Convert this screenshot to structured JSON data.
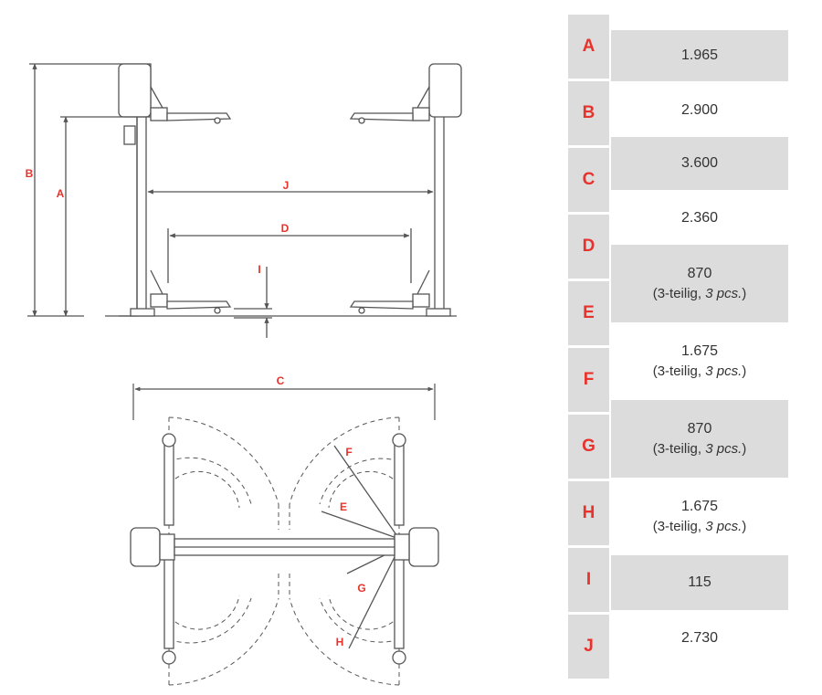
{
  "colors": {
    "accent_red": "#e8322c",
    "table_gray": "#dcdcdc",
    "line": "#555555"
  },
  "diagram": {
    "front_view": {
      "labels": {
        "A": "A",
        "B": "B",
        "D": "D",
        "I": "I",
        "J": "J"
      }
    },
    "top_view": {
      "labels": {
        "C": "C",
        "E": "E",
        "F": "F",
        "G": "G",
        "H": "H"
      }
    }
  },
  "table": {
    "rows": [
      {
        "letter": "A",
        "value": "1.965",
        "note_main": "",
        "note_italic": ""
      },
      {
        "letter": "B",
        "value": "2.900",
        "note_main": "",
        "note_italic": ""
      },
      {
        "letter": "C",
        "value": "3.600",
        "note_main": "",
        "note_italic": ""
      },
      {
        "letter": "D",
        "value": "2.360",
        "note_main": "",
        "note_italic": ""
      },
      {
        "letter": "E",
        "value": "870",
        "note_main": "(3-teilig, ",
        "note_italic": "3 pcs."
      },
      {
        "letter": "F",
        "value": "1.675",
        "note_main": "(3-teilig, ",
        "note_italic": "3 pcs."
      },
      {
        "letter": "G",
        "value": "870",
        "note_main": "(3-teilig, ",
        "note_italic": "3 pcs."
      },
      {
        "letter": "H",
        "value": "1.675",
        "note_main": "(3-teilig, ",
        "note_italic": "3 pcs."
      },
      {
        "letter": "I",
        "value": "115",
        "note_main": "",
        "note_italic": ""
      },
      {
        "letter": "J",
        "value": "2.730",
        "note_main": "",
        "note_italic": ""
      }
    ],
    "note_close": ")"
  }
}
